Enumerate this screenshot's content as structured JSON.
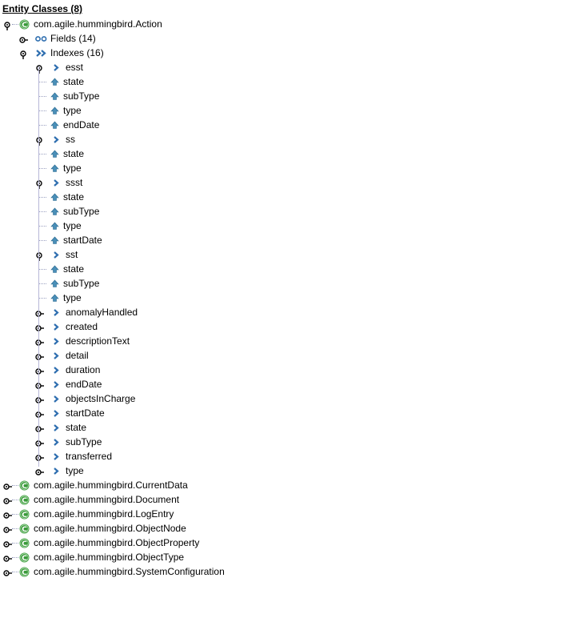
{
  "title": "Entity Classes (8)",
  "colors": {
    "class_icon": "#3a9a3a",
    "index_icon": "#2f6fb0",
    "field_icon": "#2f6fb0",
    "tree_line": "#b8b8d8"
  },
  "tree": [
    {
      "kind": "class",
      "label": "com.agile.hummingbird.Action",
      "expanded": true,
      "children": [
        {
          "kind": "fields",
          "label": "Fields (14)",
          "expanded": false
        },
        {
          "kind": "indexes",
          "label": "Indexes (16)",
          "expanded": true,
          "children": [
            {
              "kind": "index",
              "label": "esst",
              "expanded": true,
              "children": [
                {
                  "kind": "field",
                  "label": "state"
                },
                {
                  "kind": "field",
                  "label": "subType"
                },
                {
                  "kind": "field",
                  "label": "type"
                },
                {
                  "kind": "field",
                  "label": "endDate"
                }
              ]
            },
            {
              "kind": "index",
              "label": "ss",
              "expanded": true,
              "children": [
                {
                  "kind": "field",
                  "label": "state"
                },
                {
                  "kind": "field",
                  "label": "type"
                }
              ]
            },
            {
              "kind": "index",
              "label": "ssst",
              "expanded": true,
              "children": [
                {
                  "kind": "field",
                  "label": "state"
                },
                {
                  "kind": "field",
                  "label": "subType"
                },
                {
                  "kind": "field",
                  "label": "type"
                },
                {
                  "kind": "field",
                  "label": "startDate"
                }
              ]
            },
            {
              "kind": "index",
              "label": "sst",
              "expanded": true,
              "children": [
                {
                  "kind": "field",
                  "label": "state"
                },
                {
                  "kind": "field",
                  "label": "subType"
                },
                {
                  "kind": "field",
                  "label": "type"
                }
              ]
            },
            {
              "kind": "index",
              "label": "anomalyHandled",
              "expanded": false
            },
            {
              "kind": "index",
              "label": "created",
              "expanded": false
            },
            {
              "kind": "index",
              "label": "descriptionText",
              "expanded": false
            },
            {
              "kind": "index",
              "label": "detail",
              "expanded": false
            },
            {
              "kind": "index",
              "label": "duration",
              "expanded": false
            },
            {
              "kind": "index",
              "label": "endDate",
              "expanded": false
            },
            {
              "kind": "index",
              "label": "objectsInCharge",
              "expanded": false
            },
            {
              "kind": "index",
              "label": "startDate",
              "expanded": false
            },
            {
              "kind": "index",
              "label": "state",
              "expanded": false
            },
            {
              "kind": "index",
              "label": "subType",
              "expanded": false
            },
            {
              "kind": "index",
              "label": "transferred",
              "expanded": false
            },
            {
              "kind": "index",
              "label": "type",
              "expanded": false
            }
          ]
        }
      ]
    },
    {
      "kind": "class",
      "label": "com.agile.hummingbird.CurrentData",
      "expanded": false
    },
    {
      "kind": "class",
      "label": "com.agile.hummingbird.Document",
      "expanded": false
    },
    {
      "kind": "class",
      "label": "com.agile.hummingbird.LogEntry",
      "expanded": false
    },
    {
      "kind": "class",
      "label": "com.agile.hummingbird.ObjectNode",
      "expanded": false
    },
    {
      "kind": "class",
      "label": "com.agile.hummingbird.ObjectProperty",
      "expanded": false
    },
    {
      "kind": "class",
      "label": "com.agile.hummingbird.ObjectType",
      "expanded": false
    },
    {
      "kind": "class",
      "label": "com.agile.hummingbird.SystemConfiguration",
      "expanded": false
    }
  ]
}
